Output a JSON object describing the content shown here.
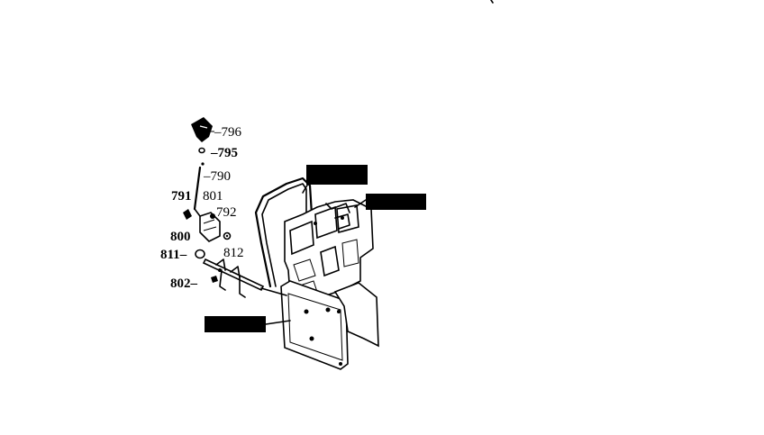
{
  "diagram": {
    "part_numbers": {
      "p796": "796",
      "p795": "795",
      "p790": "790",
      "p791": "791",
      "p801": "801",
      "p792": "792",
      "p800": "800",
      "p811": "811",
      "p812": "812",
      "p802": "802"
    },
    "callouts": {
      "engine_top": {
        "line1": "",
        "line2": ""
      },
      "engine_right": {
        "line1": "",
        "line2": ""
      },
      "frame_left": {
        "line1": "",
        "line2": ""
      }
    }
  }
}
